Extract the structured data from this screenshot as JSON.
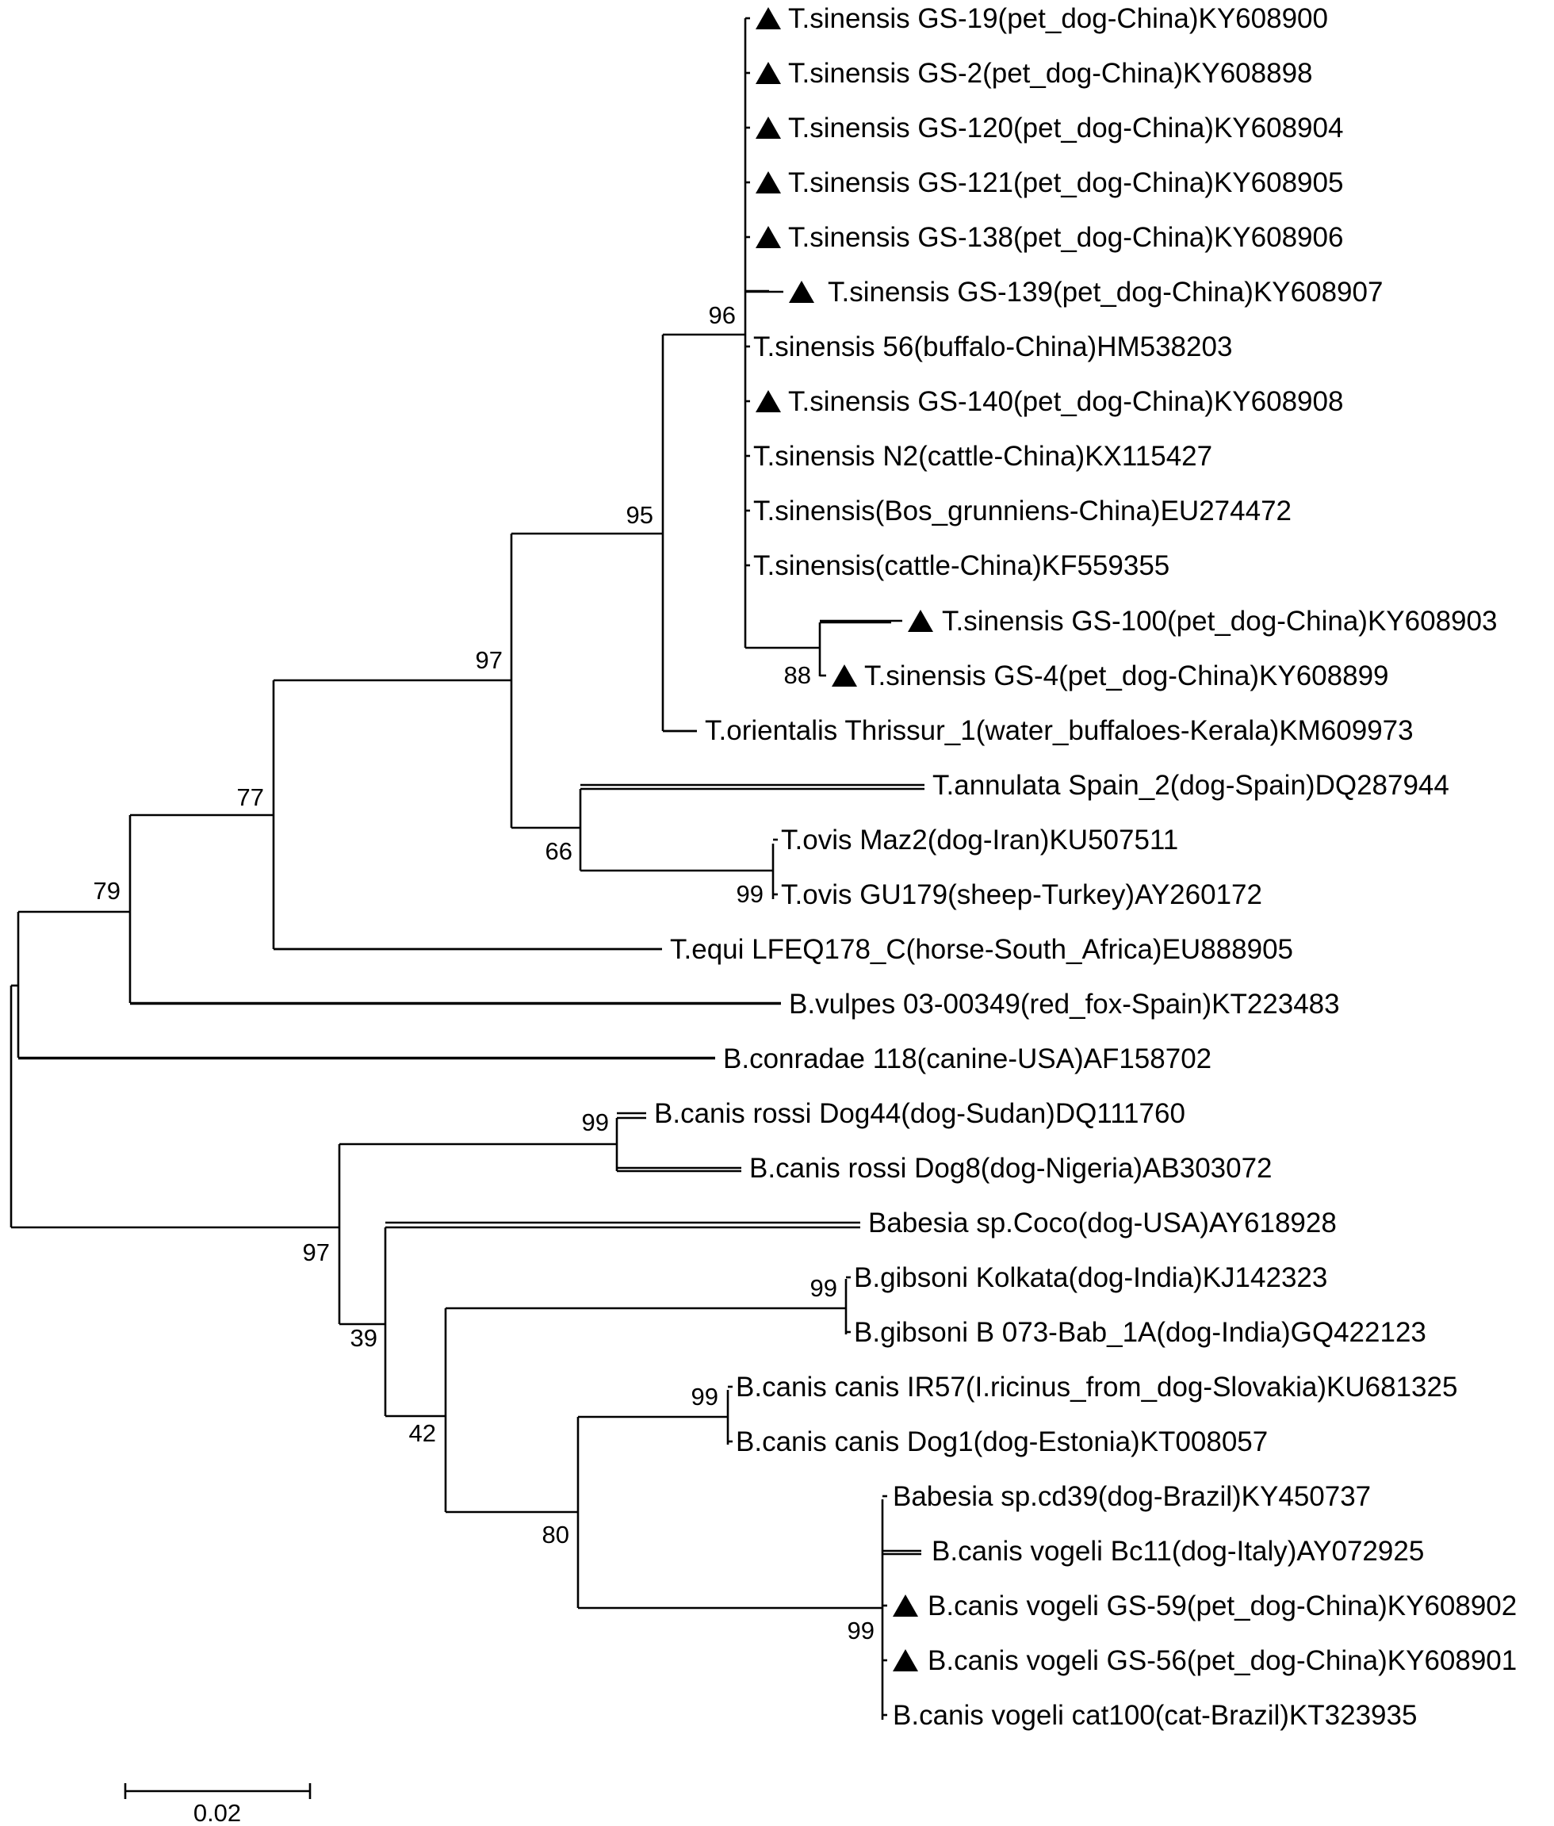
{
  "tree": {
    "leaves": [
      {
        "id": "L1",
        "label": "T.sinensis GS-19(pet_dog-China)KY608900",
        "marked": true
      },
      {
        "id": "L2",
        "label": "T.sinensis GS-2(pet_dog-China)KY608898",
        "marked": true
      },
      {
        "id": "L3",
        "label": "T.sinensis GS-120(pet_dog-China)KY608904",
        "marked": true
      },
      {
        "id": "L4",
        "label": "T.sinensis GS-121(pet_dog-China)KY608905",
        "marked": true
      },
      {
        "id": "L5",
        "label": "T.sinensis GS-138(pet_dog-China)KY608906",
        "marked": true
      },
      {
        "id": "L6",
        "label": "T.sinensis GS-139(pet_dog-China)KY608907",
        "marked": true
      },
      {
        "id": "L7",
        "label": "T.sinensis 56(buffalo-China)HM538203",
        "marked": false
      },
      {
        "id": "L8",
        "label": "T.sinensis GS-140(pet_dog-China)KY608908",
        "marked": true
      },
      {
        "id": "L9",
        "label": "T.sinensis N2(cattle-China)KX115427",
        "marked": false
      },
      {
        "id": "L10",
        "label": "T.sinensis(Bos_grunniens-China)EU274472",
        "marked": false
      },
      {
        "id": "L11",
        "label": "T.sinensis(cattle-China)KF559355",
        "marked": false
      },
      {
        "id": "L12",
        "label": "T.sinensis GS-100(pet_dog-China)KY608903",
        "marked": true
      },
      {
        "id": "L13",
        "label": "T.sinensis GS-4(pet_dog-China)KY608899",
        "marked": true
      },
      {
        "id": "L14",
        "label": "T.orientalis Thrissur_1(water_buffaloes-Kerala)KM609973",
        "marked": false
      },
      {
        "id": "L15",
        "label": "T.annulata Spain_2(dog-Spain)DQ287944",
        "marked": false
      },
      {
        "id": "L16",
        "label": "T.ovis Maz2(dog-Iran)KU507511",
        "marked": false
      },
      {
        "id": "L17",
        "label": "T.ovis GU179(sheep-Turkey)AY260172",
        "marked": false
      },
      {
        "id": "L18",
        "label": "T.equi LFEQ178_C(horse-South_Africa)EU888905",
        "marked": false
      },
      {
        "id": "L19",
        "label": "B.vulpes 03-00349(red_fox-Spain)KT223483",
        "marked": false
      },
      {
        "id": "L20",
        "label": "B.conradae 118(canine-USA)AF158702",
        "marked": false
      },
      {
        "id": "L21",
        "label": "B.canis rossi Dog44(dog-Sudan)DQ111760",
        "marked": false
      },
      {
        "id": "L22",
        "label": "B.canis rossi Dog8(dog-Nigeria)AB303072",
        "marked": false
      },
      {
        "id": "L23",
        "label": "Babesia sp.Coco(dog-USA)AY618928",
        "marked": false
      },
      {
        "id": "L24",
        "label": "B.gibsoni Kolkata(dog-India)KJ142323",
        "marked": false
      },
      {
        "id": "L25",
        "label": "B.gibsoni B 073-Bab_1A(dog-India)GQ422123",
        "marked": false
      },
      {
        "id": "L26",
        "label": "B.canis canis IR57(I.ricinus_from_dog-Slovakia)KU681325",
        "marked": false
      },
      {
        "id": "L27",
        "label": "B.canis canis Dog1(dog-Estonia)KT008057",
        "marked": false
      },
      {
        "id": "L28",
        "label": "Babesia sp.cd39(dog-Brazil)KY450737",
        "marked": false
      },
      {
        "id": "L29",
        "label": "B.canis vogeli Bc11(dog-Italy)AY072925",
        "marked": false
      },
      {
        "id": "L30",
        "label": "B.canis vogeli GS-59(pet_dog-China)KY608902",
        "marked": true
      },
      {
        "id": "L31",
        "label": "B.canis vogeli GS-56(pet_dog-China)KY608901",
        "marked": true
      },
      {
        "id": "L32",
        "label": "B.canis vogeli cat100(cat-Brazil)KT323935",
        "marked": false
      }
    ],
    "bootstrap": [
      {
        "node": "N_96",
        "value": "96"
      },
      {
        "node": "N_95",
        "value": "95"
      },
      {
        "node": "N_97a",
        "value": "97"
      },
      {
        "node": "N_77",
        "value": "77"
      },
      {
        "node": "N_79",
        "value": "79"
      },
      {
        "node": "N_88",
        "value": "88"
      },
      {
        "node": "N_66",
        "value": "66"
      },
      {
        "node": "N_99ovis",
        "value": "99"
      },
      {
        "node": "N_99rossi",
        "value": "99"
      },
      {
        "node": "N_97b",
        "value": "97"
      },
      {
        "node": "N_39",
        "value": "39"
      },
      {
        "node": "N_99gib",
        "value": "99"
      },
      {
        "node": "N_42",
        "value": "42"
      },
      {
        "node": "N_99canis",
        "value": "99"
      },
      {
        "node": "N_80",
        "value": "80"
      },
      {
        "node": "N_99vogeli",
        "value": "99"
      }
    ],
    "marker_symbol": "▲"
  },
  "scale_bar": {
    "label": "0.02",
    "value": 0.02
  }
}
